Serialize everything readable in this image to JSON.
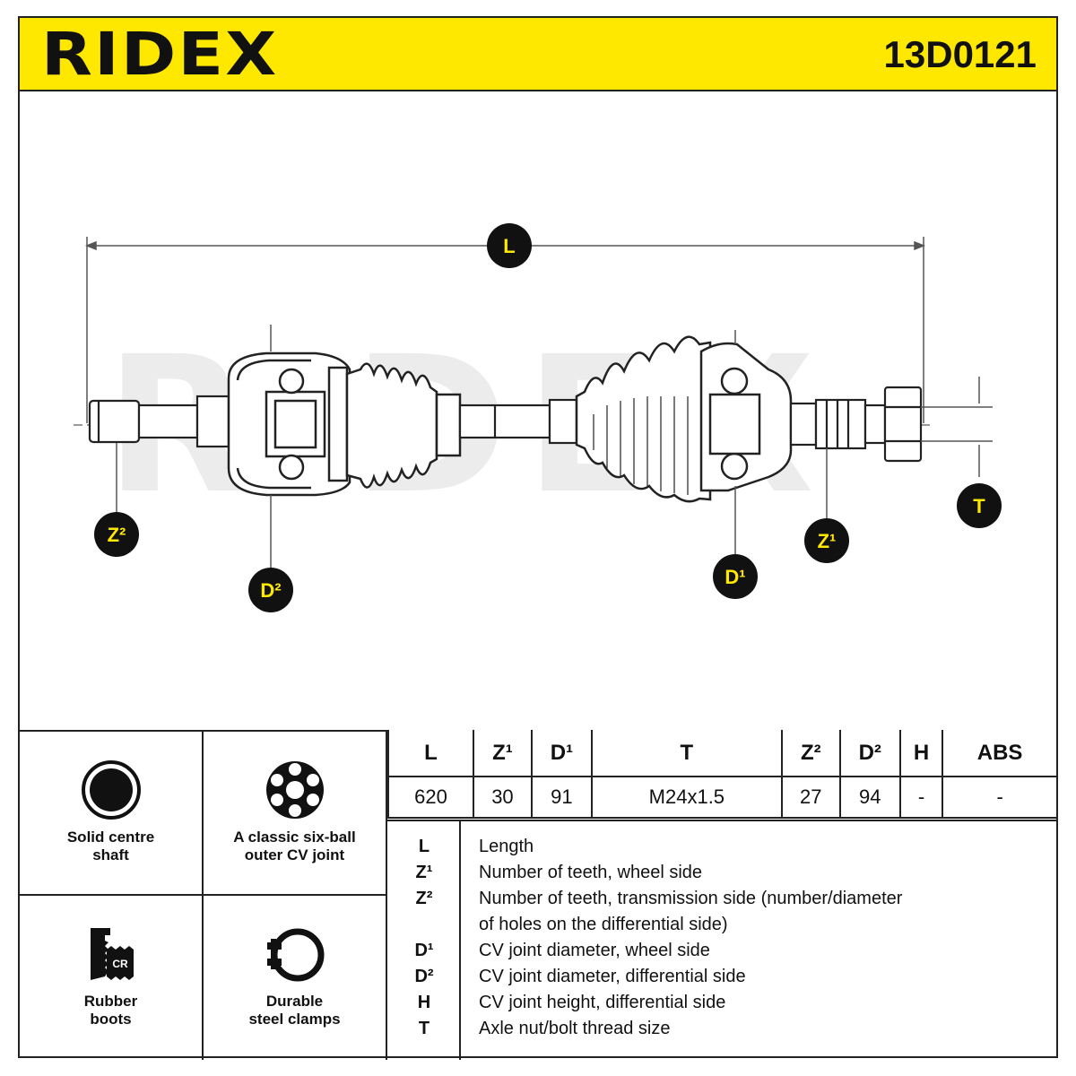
{
  "header": {
    "brand": "RIDEX",
    "part_number": "13D0121"
  },
  "colors": {
    "header_bg": "#FFE800",
    "badge_bg": "#111111",
    "badge_text": "#FFE800",
    "watermark": "#e6e6e6"
  },
  "drawing": {
    "watermark": "RIDEX",
    "badges": {
      "L": "L",
      "T": "T",
      "Z1": "Z¹",
      "Z2": "Z²",
      "D1": "D¹",
      "D2": "D²"
    }
  },
  "features": [
    {
      "label": "Solid centre\nshaft",
      "icon": "solid-shaft-icon"
    },
    {
      "label": "A classic six-ball\nouter CV joint",
      "icon": "six-ball-joint-icon"
    },
    {
      "label": "Rubber\nboots",
      "icon": "rubber-boot-icon",
      "badge": "CR"
    },
    {
      "label": "Durable\nsteel clamps",
      "icon": "steel-clamp-icon"
    }
  ],
  "spec_table": {
    "headers": [
      "L",
      "Z¹",
      "D¹",
      "T",
      "Z²",
      "D²",
      "H",
      "ABS"
    ],
    "values": [
      "620",
      "30",
      "91",
      "M24x1.5",
      "27",
      "94",
      "-",
      "-"
    ]
  },
  "legend": [
    {
      "key": "L",
      "desc": "Length"
    },
    {
      "key": "Z¹",
      "desc": "Number of teeth, wheel side"
    },
    {
      "key": "Z²",
      "desc": "Number of teeth, transmission side (number/diameter"
    },
    {
      "key": "",
      "desc": "of holes on the differential side)"
    },
    {
      "key": "D¹",
      "desc": "CV joint diameter, wheel side"
    },
    {
      "key": "D²",
      "desc": "CV joint diameter, differential side"
    },
    {
      "key": "H",
      "desc": "CV joint height, differential side"
    },
    {
      "key": "T",
      "desc": "Axle nut/bolt thread size"
    }
  ]
}
